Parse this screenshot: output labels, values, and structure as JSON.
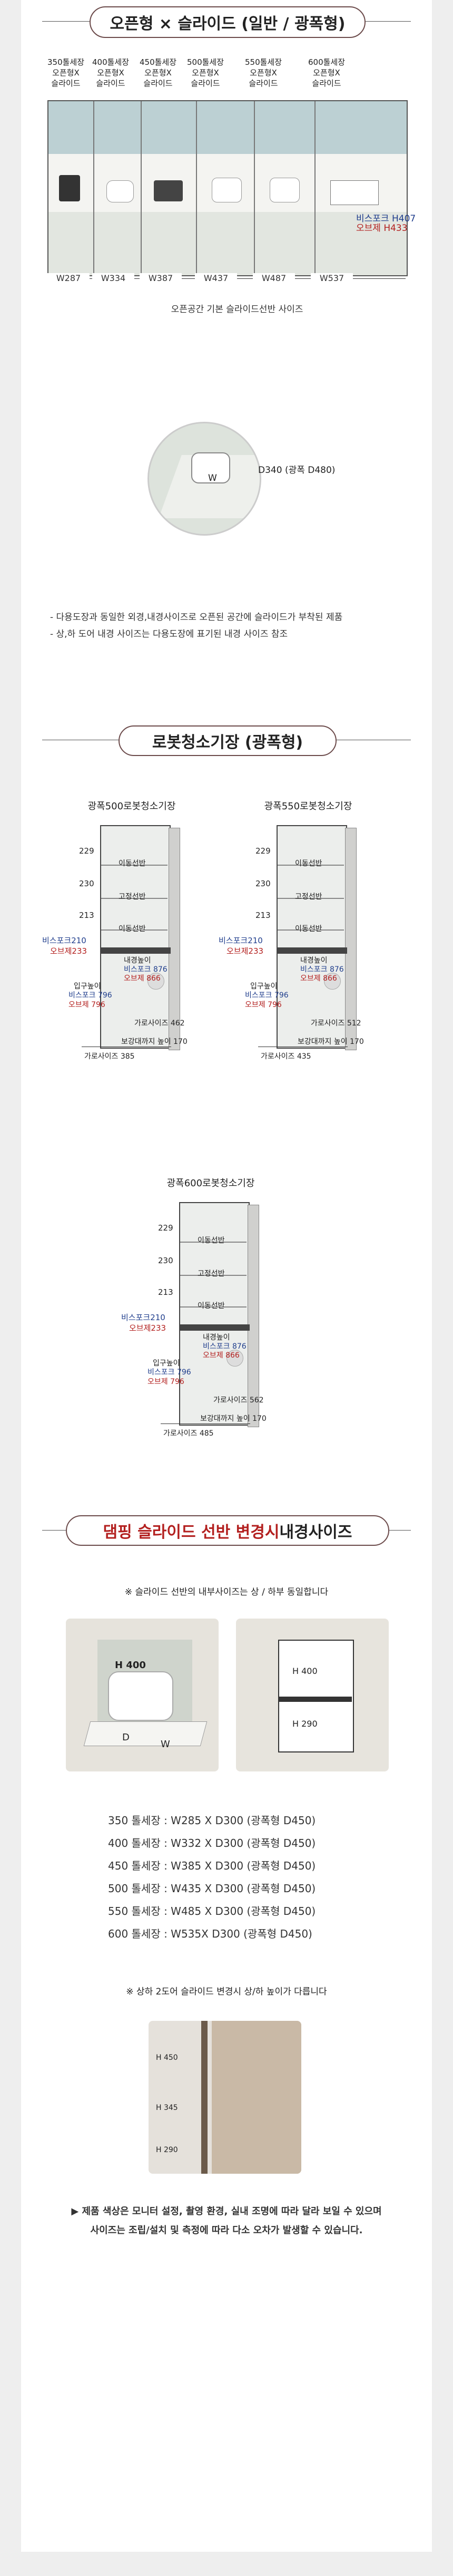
{
  "section1": {
    "title": "오픈형 × 슬라이드 (일반 / 광폭형)",
    "cabinets": [
      {
        "label_line1": "350톨세장",
        "label_line2": "오픈형X",
        "label_line3": "슬라이드",
        "width_label": "W287"
      },
      {
        "label_line1": "400톨세장",
        "label_line2": "오픈형X",
        "label_line3": "슬라이드",
        "width_label": "W334"
      },
      {
        "label_line1": "450톨세장",
        "label_line2": "오픈형X",
        "label_line3": "슬라이드",
        "width_label": "W387"
      },
      {
        "label_line1": "500톨세장",
        "label_line2": "오픈형X",
        "label_line3": "슬라이드",
        "width_label": "W437"
      },
      {
        "label_line1": "550톨세장",
        "label_line2": "오픈형X",
        "label_line3": "슬라이드",
        "width_label": "W487"
      },
      {
        "label_line1": "600톨세장",
        "label_line2": "오픈형X",
        "label_line3": "슬라이드",
        "width_label": "W537"
      }
    ],
    "height_bisco": "비스포크 H407",
    "height_obje": "오브제 H433",
    "open_space_note": "오픈공간 기본 슬라이드선반 사이즈",
    "zoom_w": "W",
    "zoom_depth": "D340 (광폭 D480)",
    "notes": [
      "- 다용도장과 동일한 외경,내경사이즈로 오픈된 공간에 슬라이드가 부착된 제품",
      "- 상,하 도어 내경 사이즈는 다용도장에 표기된 내경 사이즈 참조"
    ]
  },
  "section2": {
    "title": "로봇청소기장 (광폭형)",
    "units": [
      {
        "name": "광폭500로봇청소기장",
        "h1": "229",
        "h2": "230",
        "h3": "213",
        "shelf1": "이동선반",
        "shelf2": "고정선반",
        "shelf3": "이동선반",
        "bisco_h": "비스포크210",
        "obje_h": "오브제233",
        "inner_label": "내경높이",
        "inner_bisco": "비스포크 876",
        "inner_obje": "오브제 866",
        "entry_label": "입구높이",
        "entry_bisco": "비스포크 796",
        "entry_obje": "오브제 796",
        "width_inner": "가로사이즈 462",
        "base_height": "보강대까지 높이 170",
        "width_outer": "가로사이즈 385"
      },
      {
        "name": "광폭550로봇청소기장",
        "h1": "229",
        "h2": "230",
        "h3": "213",
        "shelf1": "이동선반",
        "shelf2": "고정선반",
        "shelf3": "이동선반",
        "bisco_h": "비스포크210",
        "obje_h": "오브제233",
        "inner_label": "내경높이",
        "inner_bisco": "비스포크 876",
        "inner_obje": "오브제 866",
        "entry_label": "입구높이",
        "entry_bisco": "비스포크 796",
        "entry_obje": "오브제 796",
        "width_inner": "가로사이즈 512",
        "base_height": "보강대까지 높이 170",
        "width_outer": "가로사이즈 435"
      },
      {
        "name": "광폭600로봇청소기장",
        "h1": "229",
        "h2": "230",
        "h3": "213",
        "shelf1": "이동선반",
        "shelf2": "고정선반",
        "shelf3": "이동선반",
        "bisco_h": "비스포크210",
        "obje_h": "오브제233",
        "inner_label": "내경높이",
        "inner_bisco": "비스포크 876",
        "inner_obje": "오브제 866",
        "entry_label": "입구높이",
        "entry_bisco": "비스포크 796",
        "entry_obje": "오브제 796",
        "width_inner": "가로사이즈 562",
        "base_height": "보강대까지 높이 170",
        "width_outer": "가로사이즈 485"
      }
    ]
  },
  "section3": {
    "title_red": "댐핑 슬라이드 선반 변경시",
    "title_black": " 내경사이즈",
    "note_top": "※ 슬라이드 선반의 내부사이즈는 상 / 하부 동일합니다",
    "photo1_h": "H 400",
    "photo1_d": "D",
    "photo1_w": "W",
    "photo2_h1": "H 400",
    "photo2_h2": "H 290",
    "sizes": [
      "350 톨세장 : W285 X D300 (광폭형 D450)",
      "400 톨세장 : W332 X D300 (광폭형 D450)",
      "450 톨세장 : W385 X D300 (광폭형 D450)",
      "500 톨세장 : W435 X D300 (광폭형 D450)",
      "550 톨세장 : W485 X D300 (광폭형 D450)",
      "600 톨세장 : W535X D300 (광폭형 D450)"
    ],
    "note_mid": "※ 상하 2도어 슬라이드 변경시 상/하 높이가 다릅니다",
    "photo3_h1": "H 450",
    "photo3_h2": "H 345",
    "photo3_h3": "H 290",
    "footer_line1": "▶ 제품 색상은 모니터 설정, 촬영 환경, 실내 조명에 따라 달라 보일 수 있으며",
    "footer_line2": "사이즈는 조립/설치 및 측정에 따라 다소 오차가 발생할 수 있습니다."
  }
}
